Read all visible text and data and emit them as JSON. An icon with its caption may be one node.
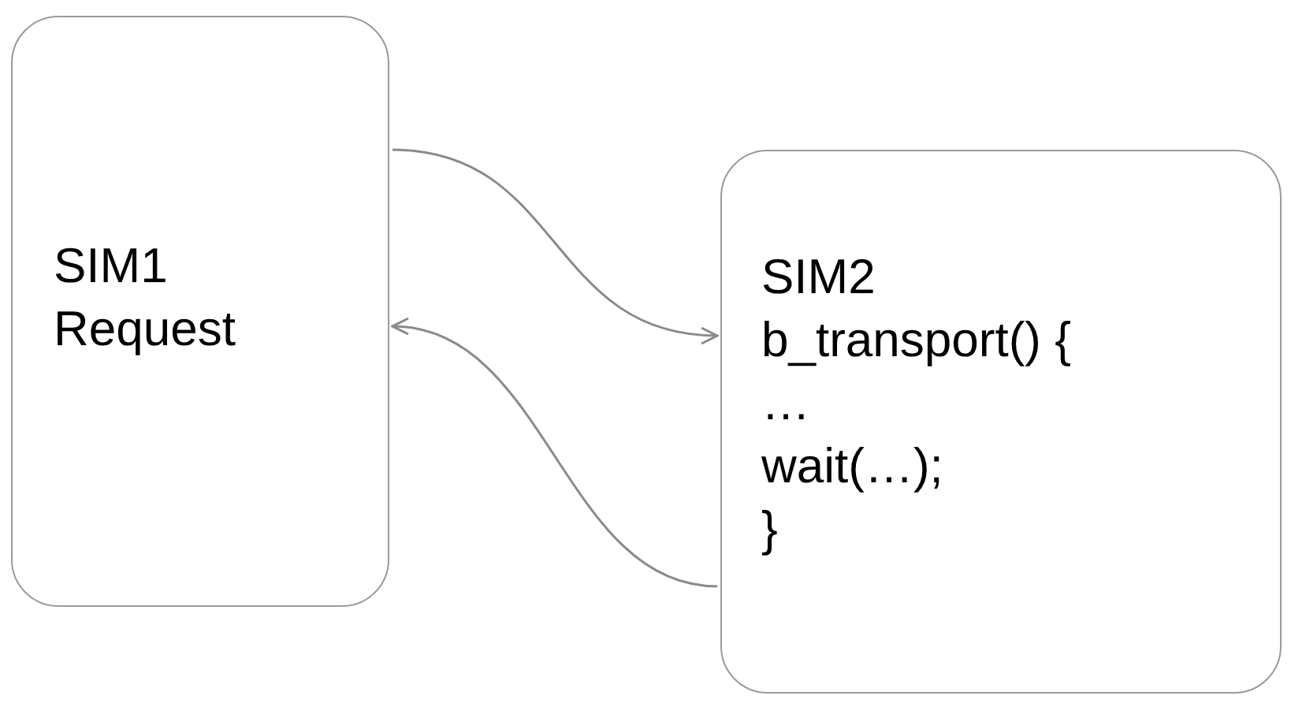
{
  "diagram": {
    "nodes": [
      {
        "text": [
          "SIM1",
          "Request"
        ]
      },
      {
        "text": [
          "SIM2",
          "b_transport() {",
          "…",
          "wait(…);",
          "}"
        ]
      }
    ],
    "edges": [
      {
        "from": 0,
        "to": 1,
        "arrow": "to"
      },
      {
        "from": 1,
        "to": 0,
        "arrow": "to"
      }
    ]
  }
}
